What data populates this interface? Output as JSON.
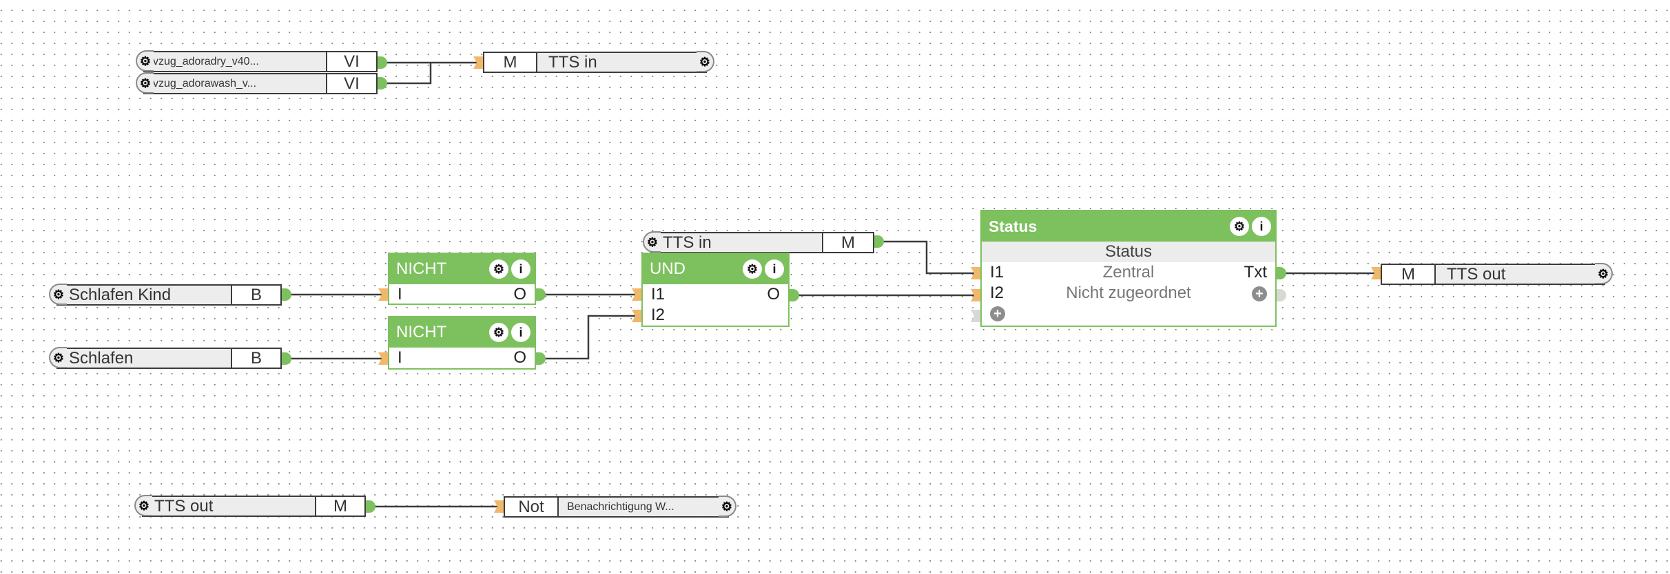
{
  "canvas": {
    "accent_green": "#7dc15e",
    "input_pin_color": "#f0b86a",
    "wire_color": "#3b3b3b"
  },
  "blocks": {
    "vzug_dry": {
      "name": "vzug_adoradry_v40...",
      "type": "VI",
      "icon": "gear-icon"
    },
    "vzug_wash": {
      "name": "vzug_adorawash_v...",
      "type": "VI",
      "icon": "gear-icon"
    },
    "tts_in_top": {
      "type": "M",
      "name": "TTS in",
      "icon": "gear-icon"
    },
    "schlafen_kind": {
      "name": "Schlafen Kind",
      "type": "B",
      "icon": "gear-icon"
    },
    "schlafen": {
      "name": "Schlafen",
      "type": "B",
      "icon": "gear-icon"
    },
    "nicht1": {
      "title": "NICHT",
      "input": "I",
      "output": "O"
    },
    "nicht2": {
      "title": "NICHT",
      "input": "I",
      "output": "O"
    },
    "tts_in_mid": {
      "name": "TTS in",
      "type": "M",
      "icon": "gear-icon"
    },
    "und": {
      "title": "UND",
      "inputs": [
        "I1",
        "I2"
      ],
      "output": "O"
    },
    "status": {
      "title": "Status",
      "subtitle": "Status",
      "rows": [
        {
          "input": "I1",
          "label": "Zentral",
          "output": "Txt"
        },
        {
          "input": "I2",
          "label": "Nicht zugeordnet",
          "output": "+"
        }
      ],
      "add_input": "+"
    },
    "tts_out_right": {
      "type": "M",
      "name": "TTS out",
      "icon": "gear-icon"
    },
    "tts_out_bottom": {
      "name": "TTS out",
      "type": "M",
      "icon": "gear-icon"
    },
    "not_block": {
      "type": "Not",
      "name": "Benachrichtigung W...",
      "icon": "gear-icon"
    }
  },
  "icons": {
    "gear": "⚙",
    "info": "i",
    "plus": "+"
  }
}
